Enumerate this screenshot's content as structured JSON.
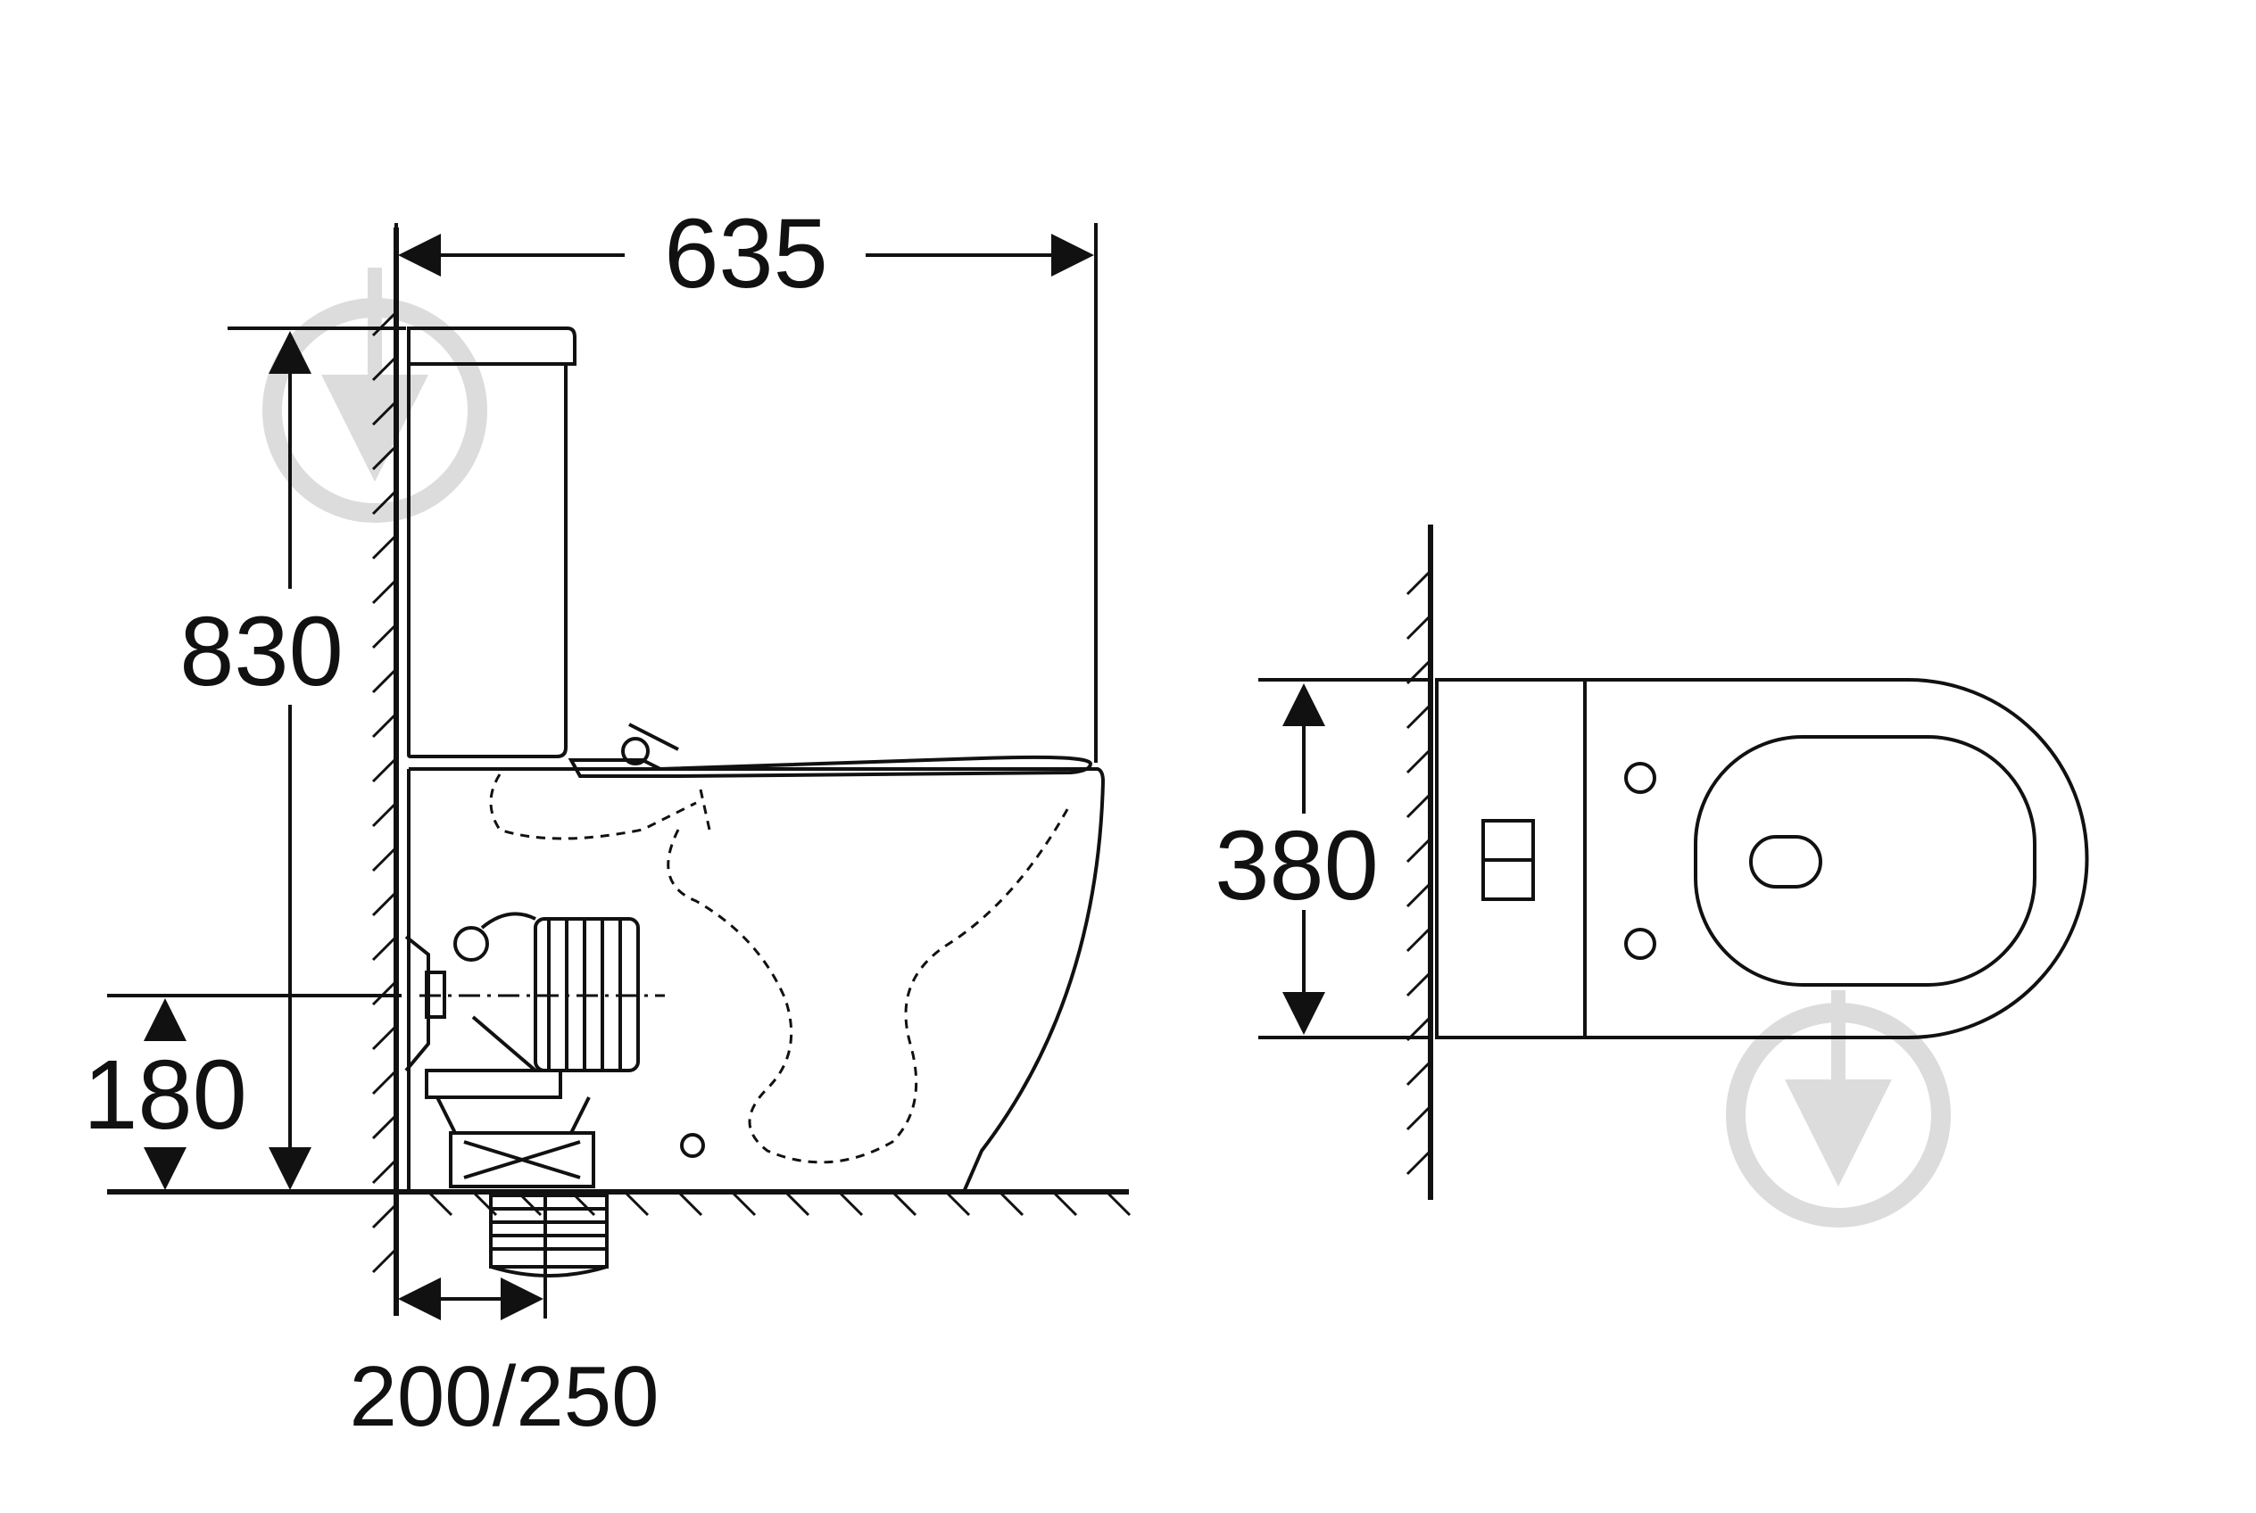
{
  "dimensions": {
    "total_depth": "635",
    "total_height": "830",
    "outlet_height": "180",
    "outlet_distance": "200/250",
    "width": "380"
  },
  "colors": {
    "line": "#111111",
    "watermark": "#dcdcdc",
    "background": "#ffffff"
  },
  "icons": {
    "watermark": "download-arrow-icon"
  }
}
